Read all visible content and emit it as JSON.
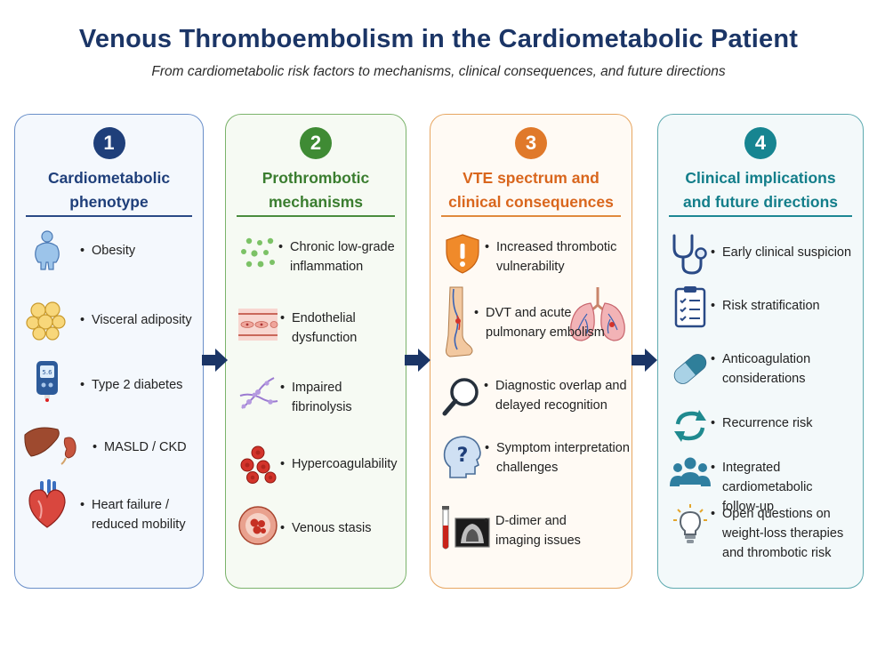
{
  "title": "Venous Thromboembolism in the Cardiometabolic Patient",
  "subtitle": "From cardiometabolic risk factors to mechanisms, clinical consequences, and future directions",
  "colors": {
    "navy": "#1b3566",
    "blue": "#1f3f7a",
    "green": "#3f8b34",
    "orange": "#e0792a",
    "teal": "#178591"
  },
  "panels": [
    {
      "number": "1",
      "title_line1": "Cardiometabolic",
      "title_line2": "phenotype",
      "items": [
        {
          "icon": "obesity-figure-icon",
          "line1": "Obesity",
          "line2": ""
        },
        {
          "icon": "fat-cells-icon",
          "line1": "Visceral adiposity",
          "line2": ""
        },
        {
          "icon": "glucose-meter-icon",
          "line1": "Type 2 diabetes",
          "line2": ""
        },
        {
          "icon": "liver-kidney-icon",
          "line1": "MASLD / CKD",
          "line2": ""
        },
        {
          "icon": "heart-icon",
          "line1": "Heart failure /",
          "line2": "reduced mobility"
        }
      ]
    },
    {
      "number": "2",
      "title_line1": "Prothrombotic",
      "title_line2": "mechanisms",
      "items": [
        {
          "icon": "inflammation-cells-icon",
          "line1": "Chronic low-grade",
          "line2": "inflammation"
        },
        {
          "icon": "endothelium-icon",
          "line1": "Endothelial",
          "line2": "dysfunction"
        },
        {
          "icon": "fibrin-strands-icon",
          "line1": "Impaired",
          "line2": "fibrinolysis"
        },
        {
          "icon": "red-blood-cells-icon",
          "line1": "Hypercoagulability",
          "line2": ""
        },
        {
          "icon": "vessel-clot-icon",
          "line1": "Venous stasis",
          "line2": ""
        }
      ]
    },
    {
      "number": "3",
      "title_line1": "VTE spectrum and",
      "title_line2": "clinical consequences",
      "items": [
        {
          "icon": "warning-shield-icon",
          "line1": "Increased thrombotic",
          "line2": "vulnerability"
        },
        {
          "icon": "leg-lungs-icon",
          "line1": "DVT and acute",
          "line2": "pulmonary embolism"
        },
        {
          "icon": "magnifier-icon",
          "line1": "Diagnostic overlap and",
          "line2": "delayed recognition"
        },
        {
          "icon": "head-question-icon",
          "line1": "Symptom interpretation",
          "line2": "challenges"
        },
        {
          "icon": "test-tube-scan-icon",
          "line1": "D-dimer and",
          "line2": "imaging issues"
        }
      ]
    },
    {
      "number": "4",
      "title_line1": "Clinical implications",
      "title_line2": "and future directions",
      "items": [
        {
          "icon": "stethoscope-icon",
          "line1": "Early clinical suspicion",
          "line2": "",
          "line3": ""
        },
        {
          "icon": "checklist-icon",
          "line1": "Risk stratification",
          "line2": "",
          "line3": ""
        },
        {
          "icon": "capsule-icon",
          "line1": "Anticoagulation",
          "line2": "considerations",
          "line3": ""
        },
        {
          "icon": "recurrence-arrows-icon",
          "line1": "Recurrence risk",
          "line2": "",
          "line3": ""
        },
        {
          "icon": "people-group-icon",
          "line1": "Integrated cardiometabolic",
          "line2": "follow-up",
          "line3": ""
        },
        {
          "icon": "lightbulb-icon",
          "line1": "Open questions on",
          "line2": "weight-loss therapies",
          "line3": "and thrombotic risk"
        }
      ]
    }
  ],
  "arrows": [
    "right-arrow-icon",
    "right-arrow-icon",
    "right-arrow-icon"
  ]
}
